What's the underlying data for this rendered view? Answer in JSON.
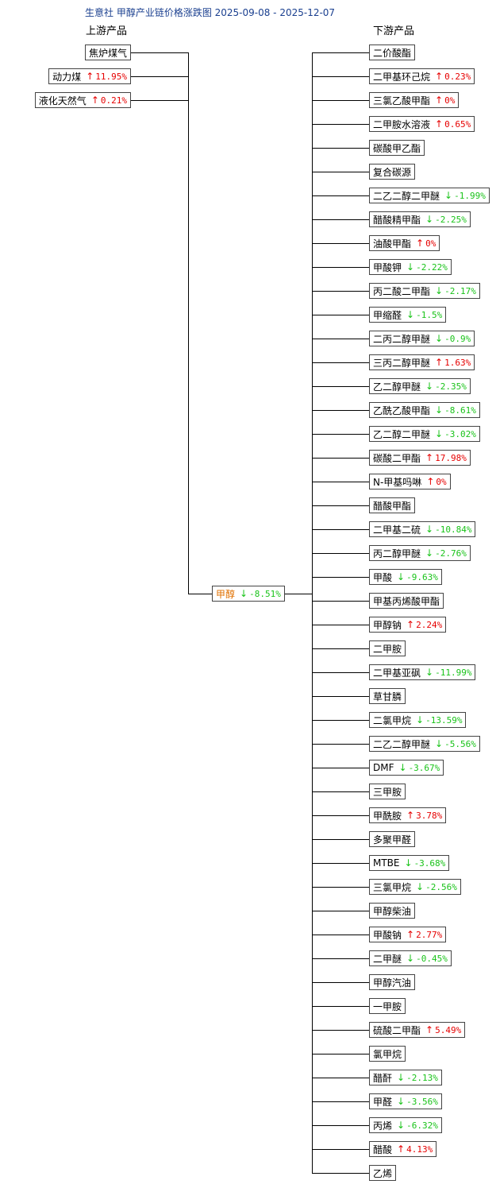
{
  "title": "生意社 甲醇产业链价格涨跌图 2025-09-08 - 2025-12-07",
  "upstream_header": "上游产品",
  "downstream_header": "下游产品",
  "colors": {
    "up": "#e60000",
    "down": "#19c319",
    "center": "#e07000",
    "title": "#1a3f8f"
  },
  "center": {
    "name": "甲醇",
    "dir": "down",
    "change": "-8.51%"
  },
  "upstream": [
    {
      "name": "焦炉煤气",
      "dir": "",
      "change": ""
    },
    {
      "name": "动力煤",
      "dir": "up",
      "change": "11.95%"
    },
    {
      "name": "液化天然气",
      "dir": "up",
      "change": "0.21%"
    }
  ],
  "downstream": [
    {
      "name": "二价酸酯",
      "dir": "",
      "change": ""
    },
    {
      "name": "二甲基环己烷",
      "dir": "up",
      "change": "0.23%"
    },
    {
      "name": "三氯乙酸甲酯",
      "dir": "up",
      "change": "0%"
    },
    {
      "name": "二甲胺水溶液",
      "dir": "up",
      "change": "0.65%"
    },
    {
      "name": "碳酸甲乙酯",
      "dir": "",
      "change": ""
    },
    {
      "name": "复合碳源",
      "dir": "",
      "change": ""
    },
    {
      "name": "二乙二醇二甲醚",
      "dir": "down",
      "change": "-1.99%"
    },
    {
      "name": "醋酸精甲酯",
      "dir": "down",
      "change": "-2.25%"
    },
    {
      "name": "油酸甲酯",
      "dir": "up",
      "change": "0%"
    },
    {
      "name": "甲酸钾",
      "dir": "down",
      "change": "-2.22%"
    },
    {
      "name": "丙二酸二甲酯",
      "dir": "down",
      "change": "-2.17%"
    },
    {
      "name": "甲缩醛",
      "dir": "down",
      "change": "-1.5%"
    },
    {
      "name": "二丙二醇甲醚",
      "dir": "down",
      "change": "-0.9%"
    },
    {
      "name": "三丙二醇甲醚",
      "dir": "up",
      "change": "1.63%"
    },
    {
      "name": "乙二醇甲醚",
      "dir": "down",
      "change": "-2.35%"
    },
    {
      "name": "乙酰乙酸甲酯",
      "dir": "down",
      "change": "-8.61%"
    },
    {
      "name": "乙二醇二甲醚",
      "dir": "down",
      "change": "-3.02%"
    },
    {
      "name": "碳酸二甲酯",
      "dir": "up",
      "change": "17.98%"
    },
    {
      "name": "N-甲基吗啉",
      "dir": "up",
      "change": "0%"
    },
    {
      "name": "醋酸甲酯",
      "dir": "",
      "change": ""
    },
    {
      "name": "二甲基二硫",
      "dir": "down",
      "change": "-10.84%"
    },
    {
      "name": "丙二醇甲醚",
      "dir": "down",
      "change": "-2.76%"
    },
    {
      "name": "甲酸",
      "dir": "down",
      "change": "-9.63%"
    },
    {
      "name": "甲基丙烯酸甲酯",
      "dir": "",
      "change": ""
    },
    {
      "name": "甲醇钠",
      "dir": "up",
      "change": "2.24%"
    },
    {
      "name": "二甲胺",
      "dir": "",
      "change": ""
    },
    {
      "name": "二甲基亚砜",
      "dir": "down",
      "change": "-11.99%"
    },
    {
      "name": "草甘膦",
      "dir": "",
      "change": ""
    },
    {
      "name": "二氯甲烷",
      "dir": "down",
      "change": "-13.59%"
    },
    {
      "name": "二乙二醇甲醚",
      "dir": "down",
      "change": "-5.56%"
    },
    {
      "name": "DMF",
      "dir": "down",
      "change": "-3.67%"
    },
    {
      "name": "三甲胺",
      "dir": "",
      "change": ""
    },
    {
      "name": "甲酰胺",
      "dir": "up",
      "change": "3.78%"
    },
    {
      "name": "多聚甲醛",
      "dir": "",
      "change": ""
    },
    {
      "name": "MTBE",
      "dir": "down",
      "change": "-3.68%"
    },
    {
      "name": "三氯甲烷",
      "dir": "down",
      "change": "-2.56%"
    },
    {
      "name": "甲醇柴油",
      "dir": "",
      "change": ""
    },
    {
      "name": "甲酸钠",
      "dir": "up",
      "change": "2.77%"
    },
    {
      "name": "二甲醚",
      "dir": "down",
      "change": "-0.45%"
    },
    {
      "name": "甲醇汽油",
      "dir": "",
      "change": ""
    },
    {
      "name": "一甲胺",
      "dir": "",
      "change": ""
    },
    {
      "name": "硫酸二甲酯",
      "dir": "up",
      "change": "5.49%"
    },
    {
      "name": "氯甲烷",
      "dir": "",
      "change": ""
    },
    {
      "name": "醋酐",
      "dir": "down",
      "change": "-2.13%"
    },
    {
      "name": "甲醛",
      "dir": "down",
      "change": "-3.56%"
    },
    {
      "name": "丙烯",
      "dir": "down",
      "change": "-6.32%"
    },
    {
      "name": "醋酸",
      "dir": "up",
      "change": "4.13%"
    },
    {
      "name": "乙烯",
      "dir": "",
      "change": ""
    }
  ]
}
